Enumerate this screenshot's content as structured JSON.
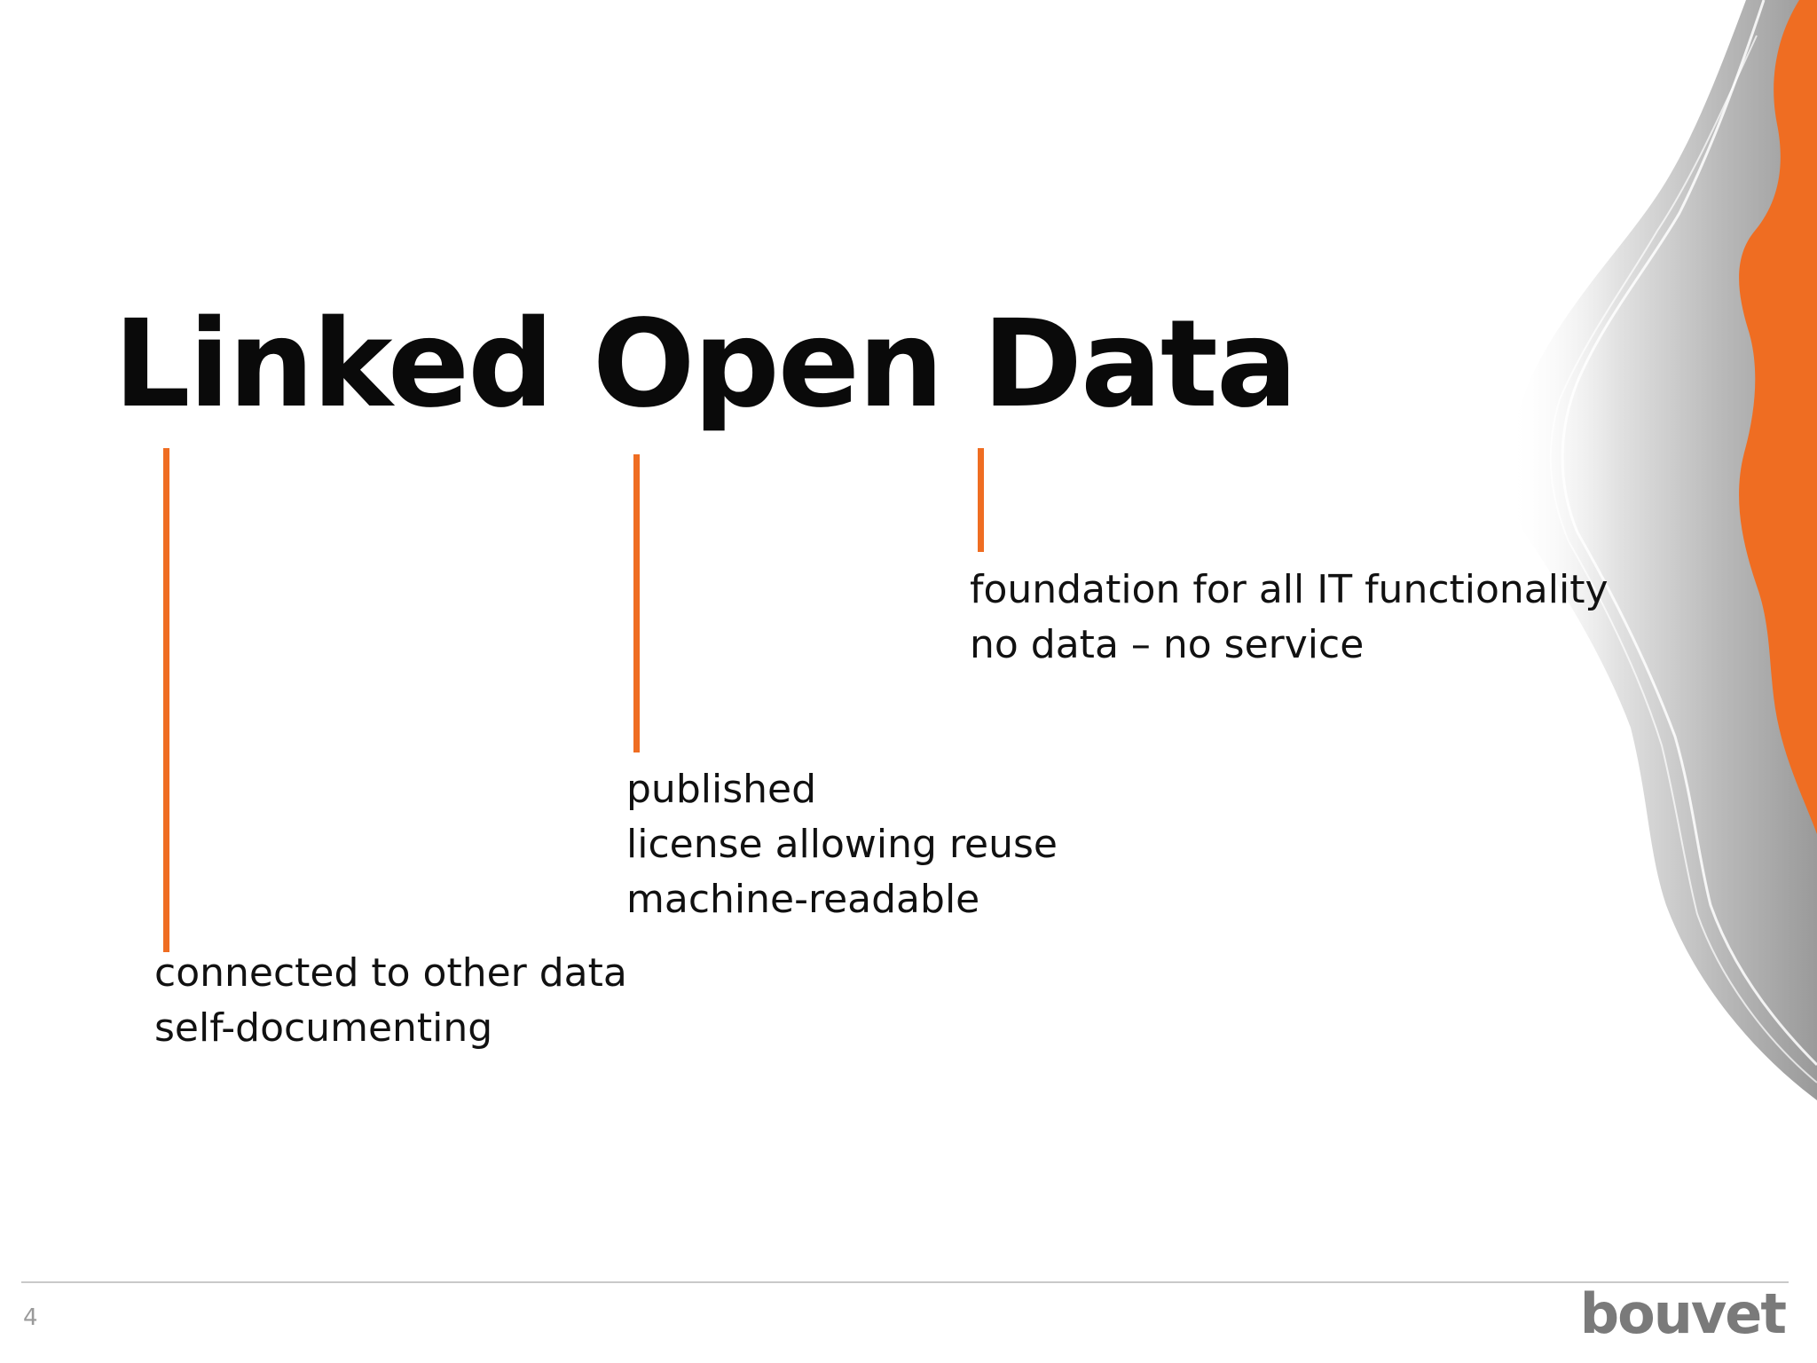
{
  "slide": {
    "title": "Linked Open Data",
    "page_number": "4",
    "logo_text": "bouvet",
    "accent_color": "#ef6d22",
    "text_color": "#111111"
  },
  "groups": [
    {
      "lines": [
        "connected to other data",
        "self-documenting"
      ]
    },
    {
      "lines": [
        "published",
        "license allowing reuse",
        "machine-readable"
      ]
    },
    {
      "lines": [
        "foundation for all IT functionality",
        "no data – no service"
      ]
    }
  ],
  "decoration": {
    "icon": "orange-grey-torn-paper-graphic"
  }
}
